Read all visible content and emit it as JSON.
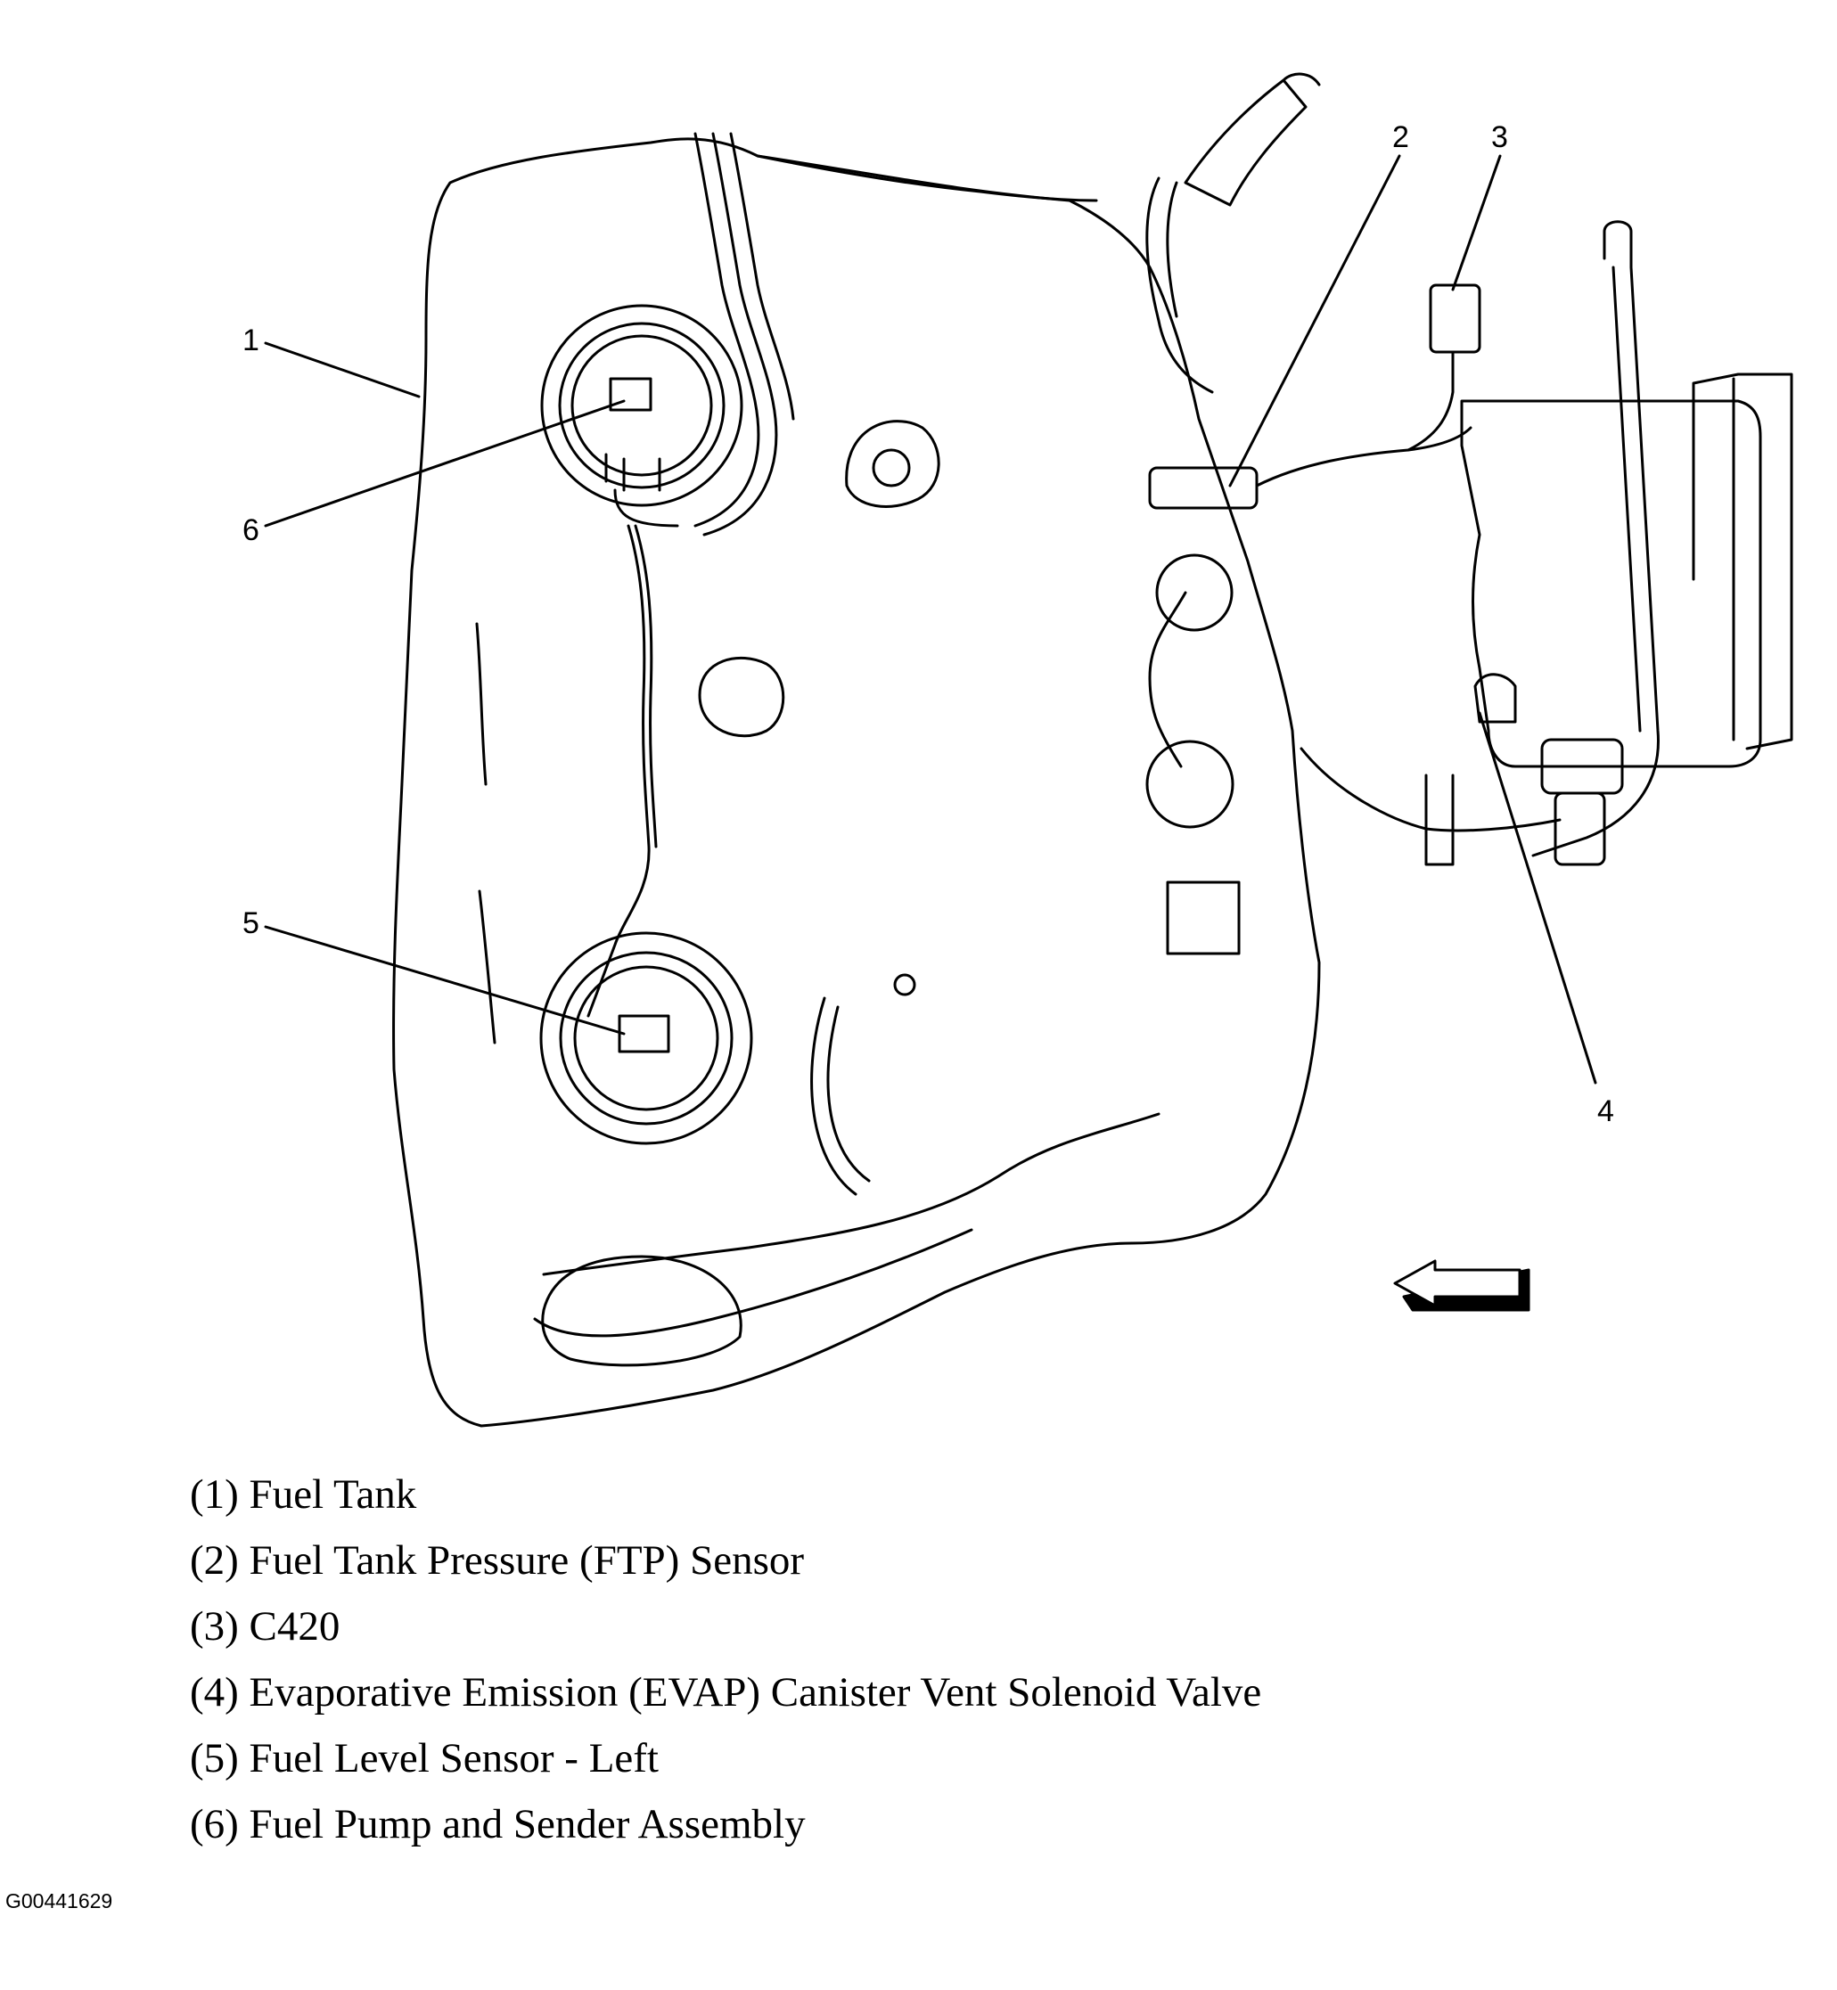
{
  "callouts": [
    "1",
    "2",
    "3",
    "4",
    "5",
    "6"
  ],
  "legend": [
    "(1) Fuel Tank",
    "(2) Fuel Tank Pressure (FTP) Sensor",
    "(3) C420",
    "(4) Evaporative Emission (EVAP) Canister Vent Solenoid Valve",
    "(5) Fuel Level Sensor - Left",
    "(6) Fuel Pump and Sender Assembly"
  ],
  "figure_id": "G00441629",
  "colors": {
    "ink": "#000000",
    "paper": "#ffffff"
  },
  "icons": [
    "direction-arrow-icon"
  ]
}
